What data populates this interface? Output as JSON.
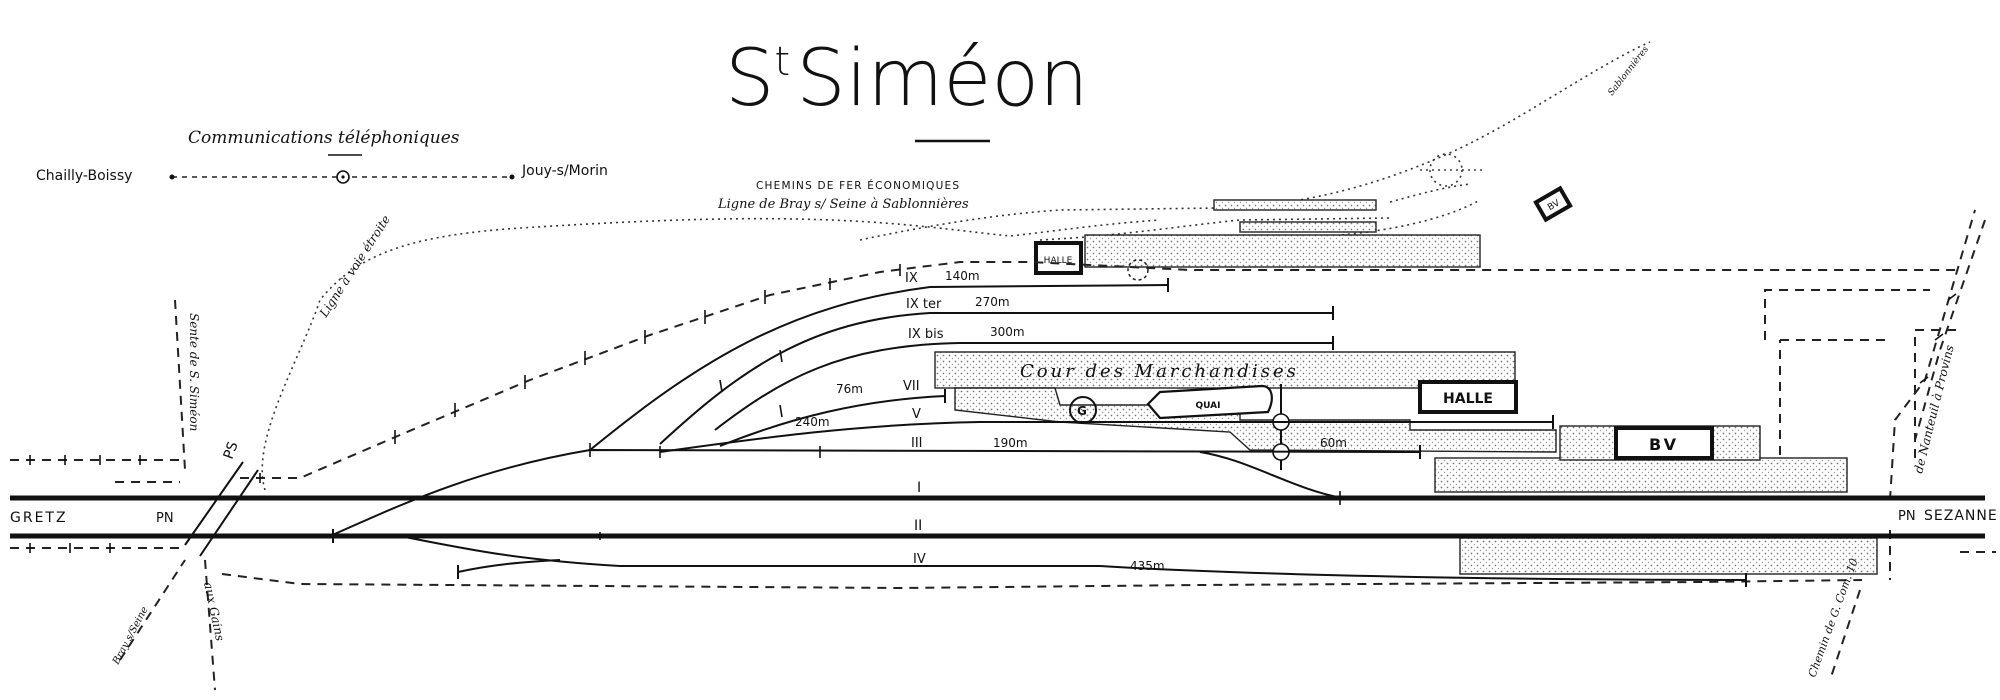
{
  "title": {
    "main": "S",
    "sup": "t",
    "rest": "Siméon"
  },
  "telephone": {
    "heading": "Communications téléphoniques",
    "left": "Chailly-Boissy",
    "right": "Jouy-s/Morin"
  },
  "narrow_gauge": {
    "company": "CHEMINS DE FER ÉCONOMIQUES",
    "line": "Ligne de Bray s/ Seine à Sablonnières",
    "track_label": "Ligne à voie étroite",
    "to_label": "Sablonnières"
  },
  "tracks": {
    "t1": "I",
    "t2": "II",
    "t3": "III",
    "t3_len": "190m",
    "t3_len2": "60m",
    "t4": "IV",
    "t4_len": "435m",
    "t5": "V",
    "t5_len": "240m",
    "t7": "VII",
    "t7_len": "76m",
    "t9bis": "IX bis",
    "t9bis_len": "300m",
    "t9ter": "IX ter",
    "t9ter_len": "270m",
    "t9": "IX",
    "t9_len": "140m"
  },
  "buildings": {
    "halle_main": "HALLE",
    "halle_ng": "HALLE",
    "bv_main": "BV",
    "bv_ng": "BV",
    "quai": "QUAI"
  },
  "yard": "Cour des Marchandises",
  "places": {
    "gretz": "GRETZ",
    "pn_left": "PN",
    "ps": "PS",
    "sente": "Sente de S. Siméon",
    "bray_road": "Bray s/Seine",
    "aux_gains": "aux Gains",
    "pn_right": "PN",
    "sezanne": "SEZANNE",
    "provins": "de Nanteuil à Provins",
    "chemin_gc": "Chemin de G. Com. 10"
  }
}
